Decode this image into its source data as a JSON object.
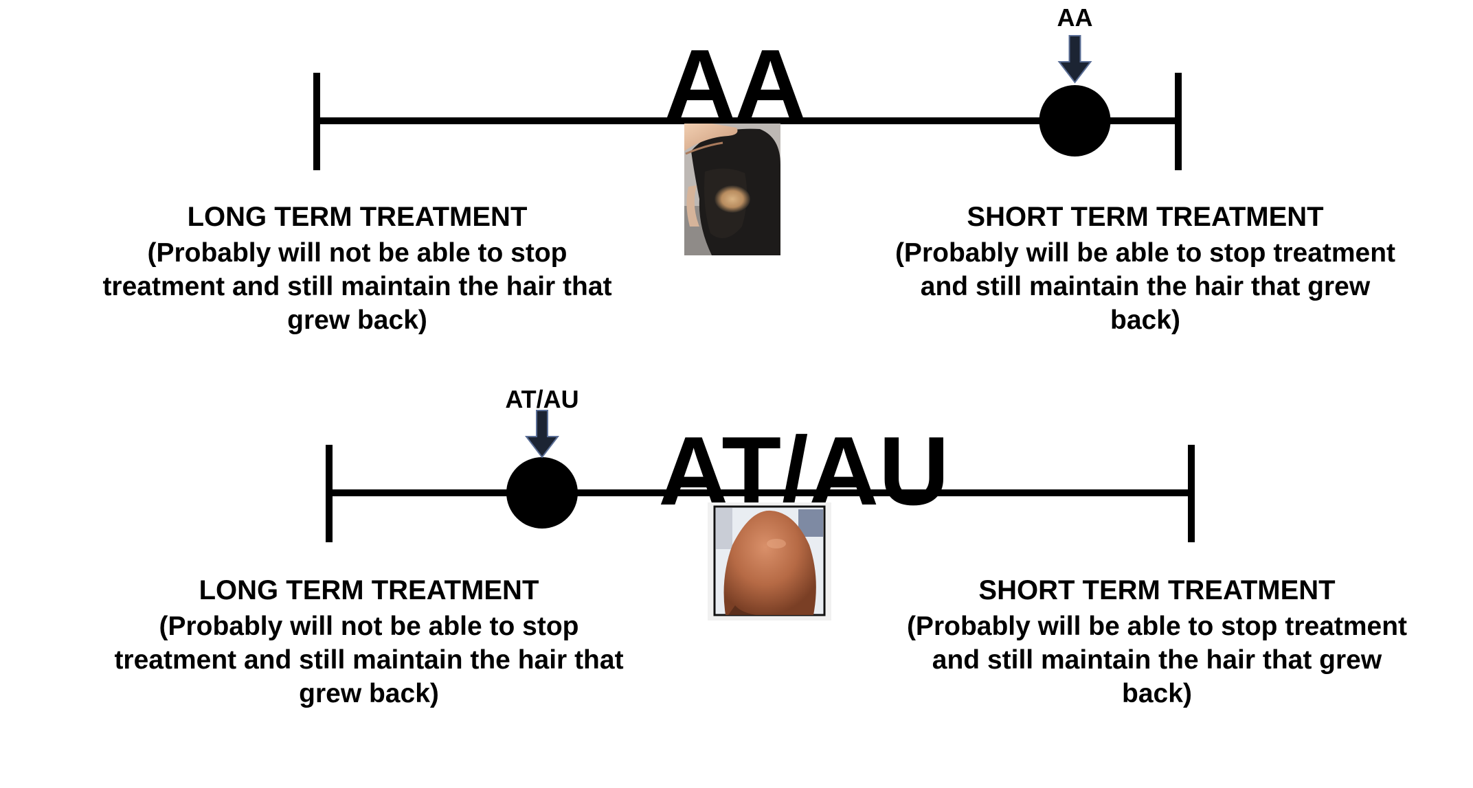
{
  "aa_panel": {
    "title": "AA",
    "marker_label": "AA",
    "marker_position": 0.88,
    "left_caption": {
      "heading": "LONG TERM TREATMENT",
      "body": "(Probably will not be able to stop treatment and still maintain the hair that grew back)"
    },
    "right_caption": {
      "heading": "SHORT TERM TREATMENT",
      "body": "(Probably will be able to stop treatment and still maintain the hair that grew back)"
    }
  },
  "atau_panel": {
    "title": "AT/AU",
    "marker_label": "AT/AU",
    "marker_position": 0.247,
    "left_caption": {
      "heading": "LONG TERM TREATMENT",
      "body": "(Probably will not be able to stop treatment and still maintain the hair that grew back)"
    },
    "right_caption": {
      "heading": "SHORT TERM TREATMENT",
      "body": "(Probably will be able to stop treatment and still maintain the hair that grew back)"
    }
  },
  "colors": {
    "line": "#000000",
    "arrow": "#1c2433",
    "arrow_outline": "#5a6e96",
    "dot": "#000000"
  }
}
